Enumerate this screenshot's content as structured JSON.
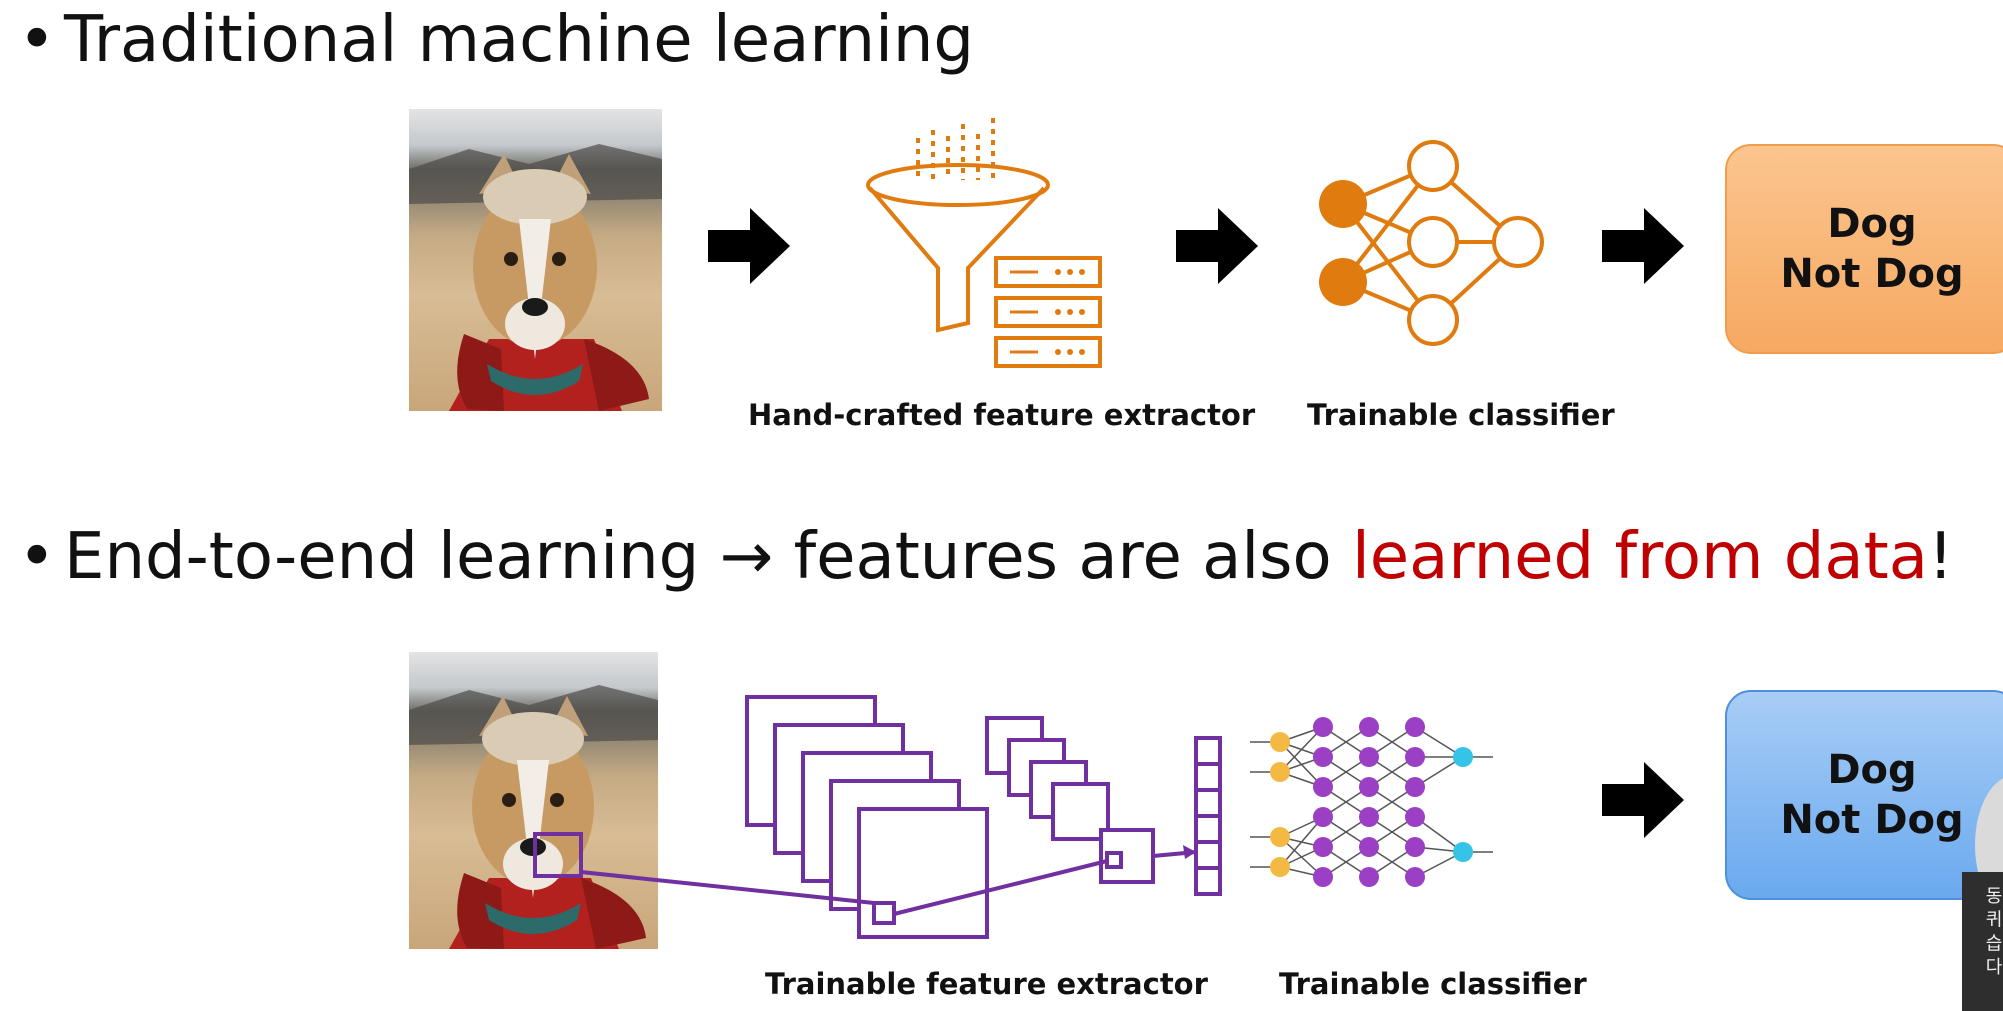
{
  "section1": {
    "bullet": "•",
    "title": "Traditional machine learning",
    "caption_extractor": "Hand-crafted feature extractor",
    "caption_classifier": "Trainable classifier",
    "output_line1": "Dog",
    "output_line2": "Not Dog"
  },
  "section2": {
    "bullet": "•",
    "title_prefix": "End-to-end learning → features are also ",
    "title_highlight": "learned from data",
    "title_suffix": "!",
    "caption_extractor": "Trainable feature extractor",
    "caption_classifier": "Trainable classifier",
    "output_line1": "Dog",
    "output_line2": "Not Dog"
  },
  "sidebar": {
    "text": "동 퀴 습 다"
  },
  "colors": {
    "orange_icon": "#e07b0f",
    "purple_net": "#7030a0",
    "highlight_red": "#c00000",
    "yellow_node": "#f4b942",
    "cyan_node": "#35c4e8",
    "orange_box": "#f6a962",
    "blue_box": "#6aa9ee"
  }
}
